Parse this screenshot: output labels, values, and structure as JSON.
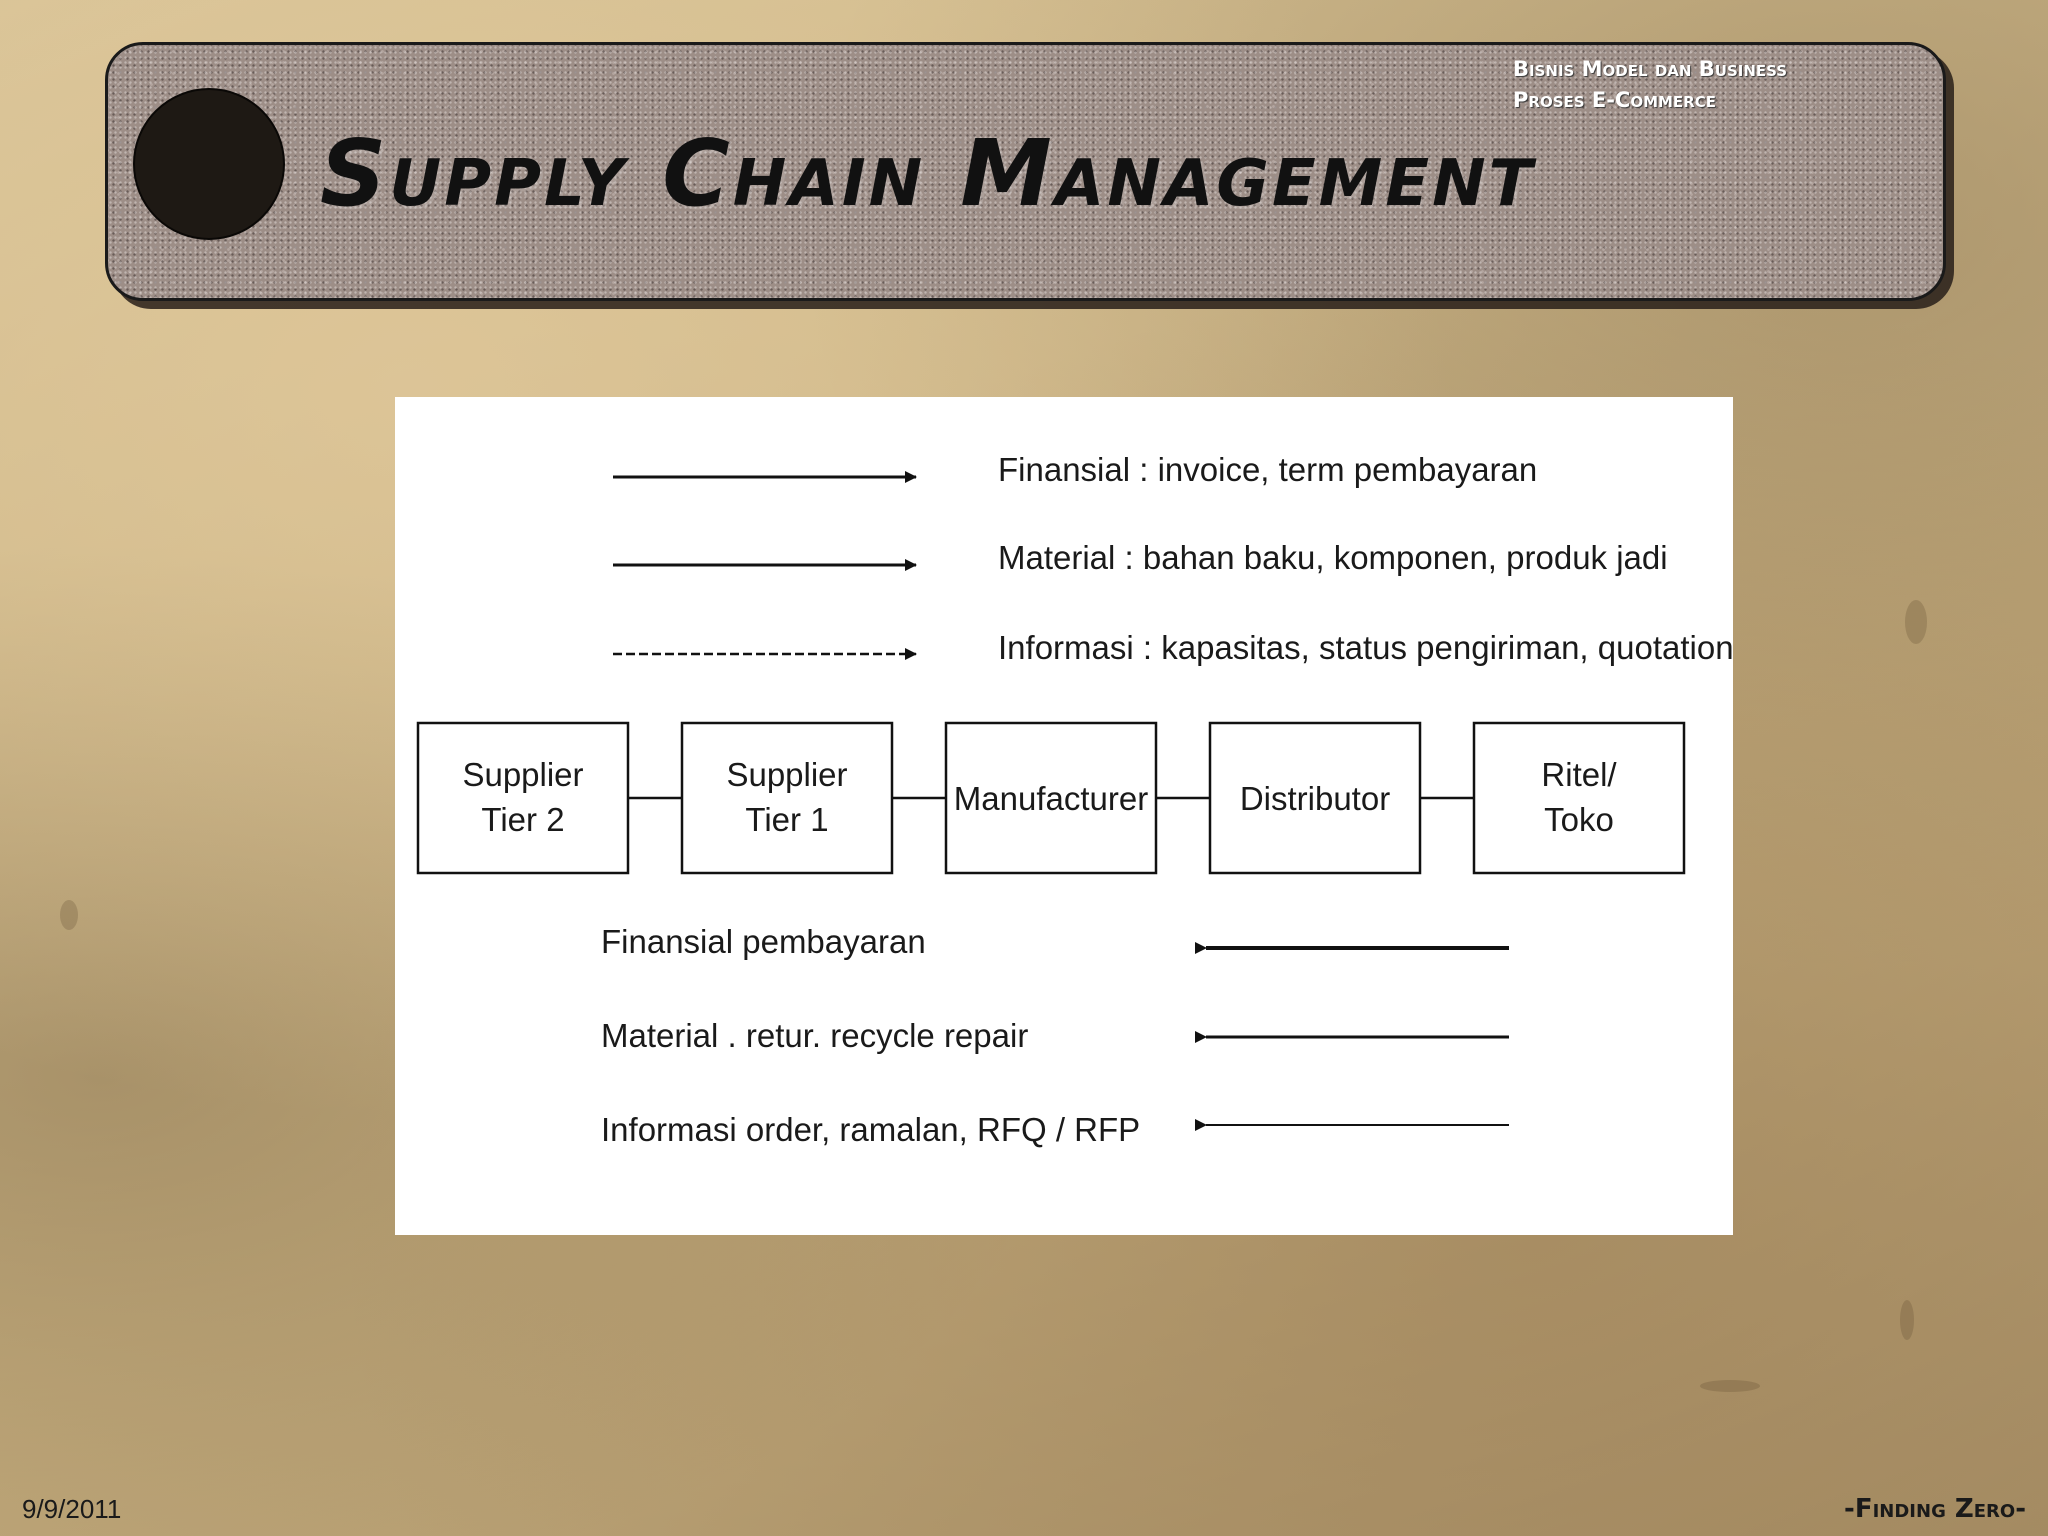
{
  "slide": {
    "title": "Supply Chain Management",
    "subtitle_line1": "Bisnis Model dan Business",
    "subtitle_line2": "Proses E-Commerce",
    "date": "9/9/2011",
    "footer": "-Finding Zero-"
  },
  "diagram": {
    "forward_flows": [
      {
        "label": "Finansial : invoice, term pembayaran",
        "line_style": "solid"
      },
      {
        "label": "Material : bahan baku, komponen, produk jadi",
        "line_style": "solid"
      },
      {
        "label": "Informasi : kapasitas, status pengiriman, quotation",
        "line_style": "dashed"
      }
    ],
    "nodes": [
      {
        "line1": "Supplier",
        "line2": "Tier 2"
      },
      {
        "line1": "Supplier",
        "line2": "Tier 1"
      },
      {
        "line1": "Manufacturer",
        "line2": ""
      },
      {
        "line1": "Distributor",
        "line2": ""
      },
      {
        "line1": "Ritel/",
        "line2": "Toko"
      }
    ],
    "reverse_flows": [
      {
        "label": "Finansial   pembayaran",
        "line_style": "solid"
      },
      {
        "label": "Material . retur. recycle  repair",
        "line_style": "solid"
      },
      {
        "label": "Informasi   order, ramalan, RFQ / RFP",
        "line_style": "thin"
      }
    ]
  },
  "colors": {
    "header_fill": "#9d8e87",
    "text_dark": "#111111",
    "subtitle_text": "#ffffff",
    "diagram_background": "#ffffff"
  },
  "icons": {
    "header_bullet": "filled-circle-icon"
  }
}
